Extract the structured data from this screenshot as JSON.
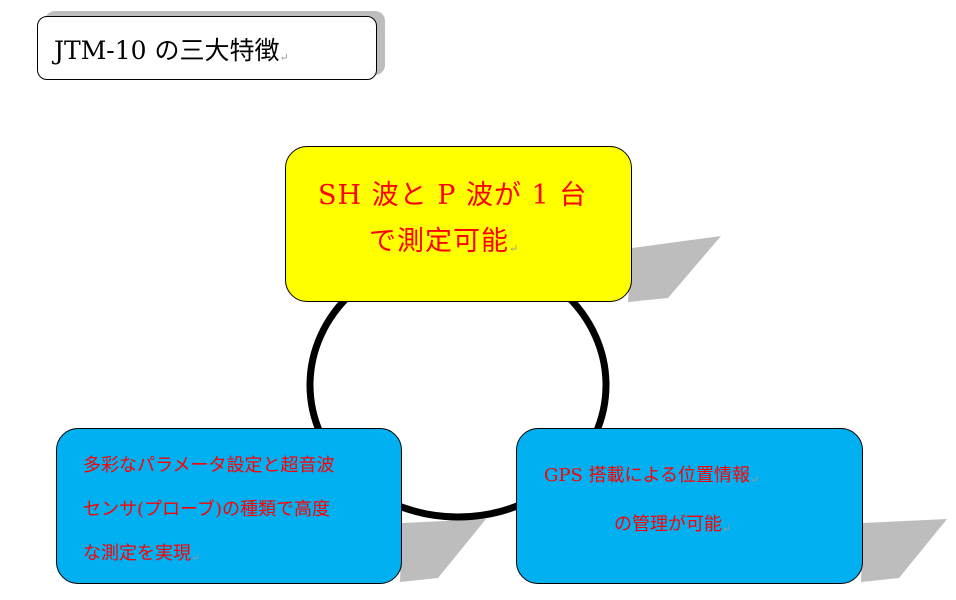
{
  "title": {
    "text": "JTM-10 の三大特徴",
    "mark": "↵"
  },
  "features": {
    "top": {
      "line1": "SH 波と P 波が 1 台",
      "line2": "で測定可能",
      "mark": "↵",
      "fill": "#ffff00",
      "text_color": "#ff0000"
    },
    "left": {
      "line1": "多彩なパラメータ設定と超音波",
      "line2": "センサ(プローブ)の種類で高度",
      "line3": "な測定を実現",
      "mark": "↵",
      "fill": "#00b0f0",
      "text_color": "#ff0000"
    },
    "right": {
      "line1": "GPS 搭載による位置情報",
      "line2": "の管理が可能",
      "mark": "↵",
      "fill": "#00b0f0",
      "text_color": "#ff0000"
    }
  },
  "colors": {
    "shadow": "#bdbdbd",
    "ring": "#000000"
  }
}
